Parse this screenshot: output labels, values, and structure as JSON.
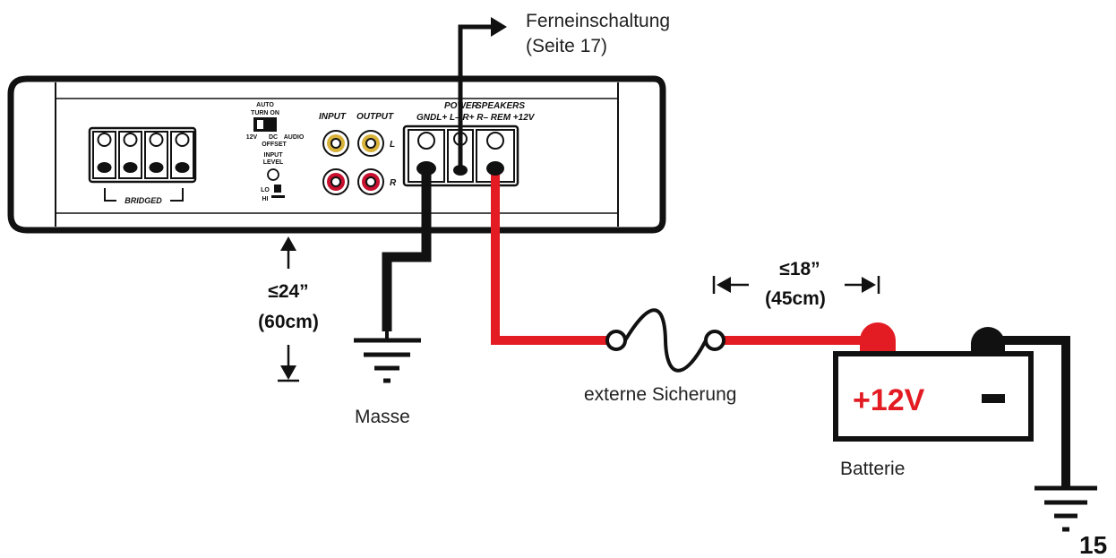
{
  "labels": {
    "remote": "Ferneinschaltung",
    "remote_page": "(Seite 17)",
    "ground": "Masse",
    "fuse": "externe Sicherung",
    "battery": "Batterie",
    "dist_ground": "≤24”",
    "dist_ground_cm": "(60cm)",
    "dist_battery": "≤18”",
    "dist_battery_cm": "(45cm)",
    "battery_plus": "+12V",
    "battery_minus": "–",
    "page_number": "15"
  },
  "amp": {
    "bridged": "BRIDGED",
    "auto_turn_on": "AUTO",
    "turn_on": "TURN ON",
    "switch_12v": "12V",
    "switch_dc": "DC",
    "switch_audio": "AUDIO",
    "offset": "OFFSET",
    "input_level_1": "INPUT",
    "input_level_2": "LEVEL",
    "lo": "LO",
    "hi": "HI",
    "input": "INPUT",
    "output": "OUTPUT",
    "channel_l": "L",
    "channel_r": "R",
    "power": "POWER",
    "speakers": "SPEAKERS",
    "terminals": "GNDL+ L– R+ R– REM +12V"
  },
  "colors": {
    "power_wire": "#e31b23",
    "ground_wire": "#111111",
    "rca_red": "#c8102e",
    "rca_gold": "#d9b23a"
  }
}
